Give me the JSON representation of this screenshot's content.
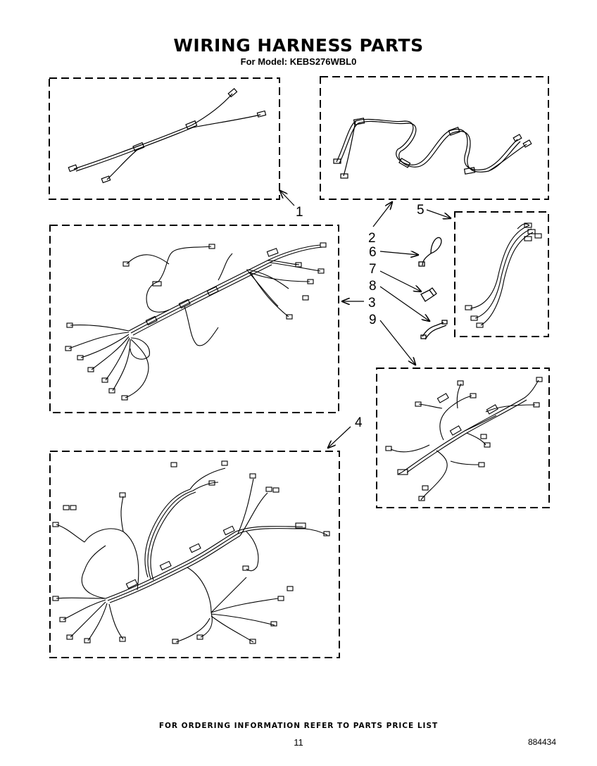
{
  "title": "WIRING HARNESS PARTS",
  "subtitle": "For Model: KEBS276WBL0",
  "parts": [
    {
      "number": "1"
    },
    {
      "number": "2"
    },
    {
      "number": "3"
    },
    {
      "number": "4"
    },
    {
      "number": "5"
    },
    {
      "number": "6"
    },
    {
      "number": "7"
    },
    {
      "number": "8"
    },
    {
      "number": "9"
    }
  ],
  "footer": {
    "note": "FOR ORDERING INFORMATION REFER TO PARTS PRICE LIST",
    "page_number": "11",
    "document_number": "884434"
  }
}
